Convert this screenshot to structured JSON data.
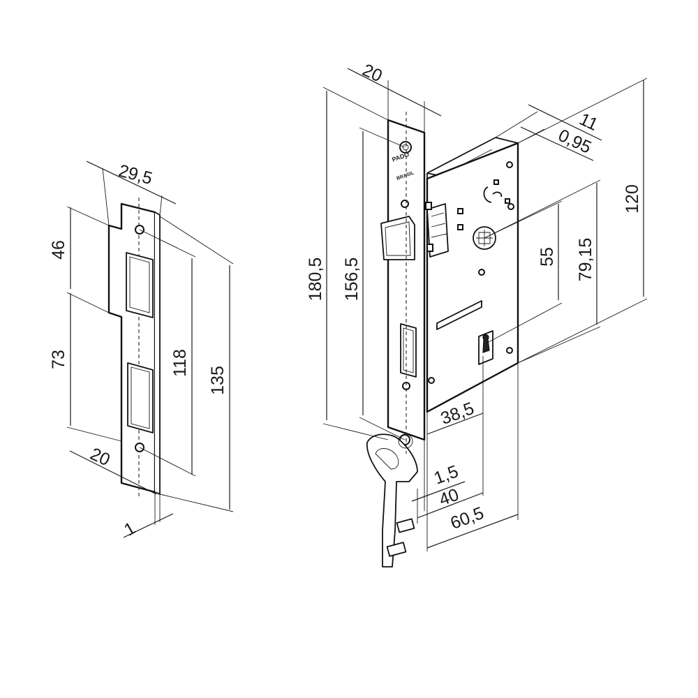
{
  "strike_plate": {
    "dims": {
      "width": "29,5",
      "upper": "46",
      "lower": "73",
      "inner_height": "118",
      "total_height": "135",
      "lip": "20",
      "thickness": "1"
    }
  },
  "lock_body": {
    "brand_text": "PADO",
    "brand_sub": "BRASIL",
    "dims": {
      "faceplate_width": "20",
      "case_depth": "11",
      "case_offset": "0,95",
      "overall_height": "180,5",
      "faceplate_height": "156,5",
      "case_height": "120",
      "centre_distance": "55",
      "spindle_to_bottom": "79,15",
      "backset": "38,5",
      "faceplate_thickness": "1,5",
      "bolt_depth": "40",
      "case_width": "60,5"
    }
  }
}
